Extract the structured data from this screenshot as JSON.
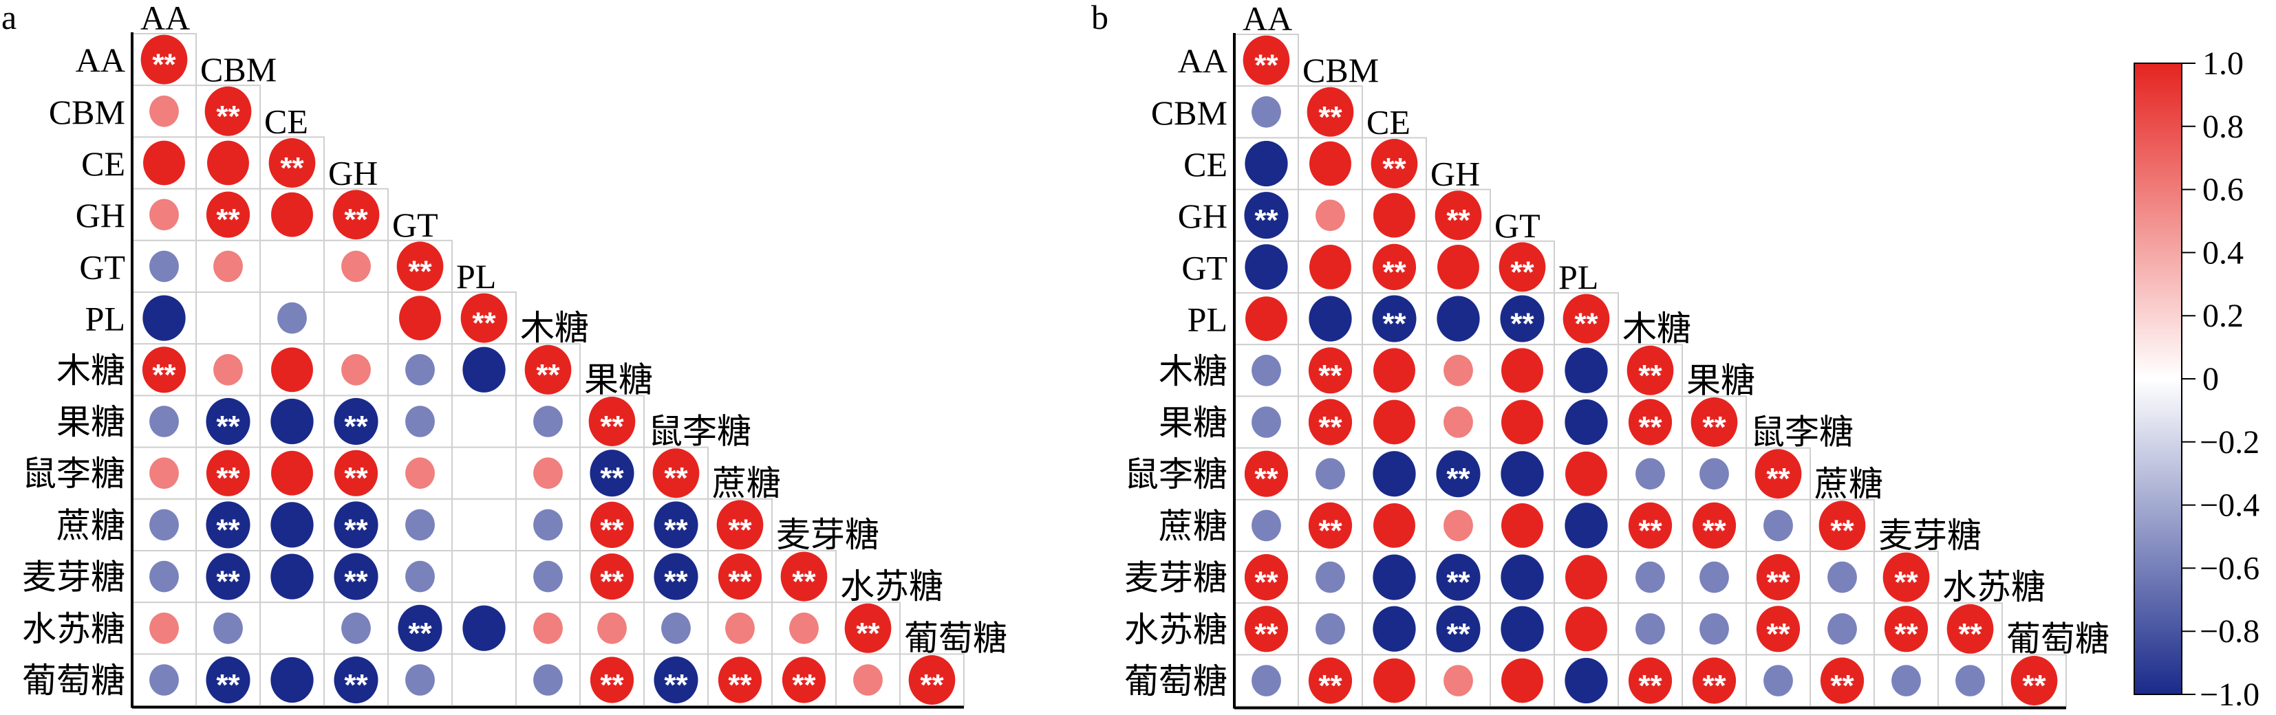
{
  "chart_data": [
    {
      "type": "heatmap",
      "subtype": "correlation-lower-triangle",
      "panel_label": "a",
      "variables": [
        "AA",
        "CBM",
        "CE",
        "GH",
        "GT",
        "PL",
        "木糖",
        "果糖",
        "鼠李糖",
        "蔗糖",
        "麦芽糖",
        "水苏糖",
        "葡萄糖"
      ],
      "significance_marker": "**",
      "values": [
        [
          1
        ],
        [
          0.45,
          1
        ],
        [
          0.85,
          0.85,
          1
        ],
        [
          0.45,
          0.9,
          0.85,
          1
        ],
        [
          -0.45,
          0.45,
          0,
          0.45,
          1
        ],
        [
          -0.88,
          0,
          -0.45,
          0,
          0.85,
          1
        ],
        [
          0.9,
          0.45,
          0.85,
          0.45,
          -0.45,
          -0.88,
          1
        ],
        [
          -0.45,
          -0.92,
          -0.88,
          -0.92,
          -0.45,
          0,
          -0.45,
          1
        ],
        [
          0.45,
          0.9,
          0.85,
          0.9,
          0.45,
          0,
          0.45,
          -0.92,
          1
        ],
        [
          -0.45,
          -0.92,
          -0.88,
          -0.92,
          -0.45,
          0,
          -0.45,
          0.9,
          -0.92,
          1
        ],
        [
          -0.45,
          -0.92,
          -0.88,
          -0.92,
          -0.45,
          0,
          -0.45,
          0.9,
          -0.92,
          0.9,
          1
        ],
        [
          0.45,
          -0.45,
          0,
          -0.45,
          -0.92,
          -0.88,
          0.45,
          0.45,
          -0.45,
          0.45,
          0.45,
          1
        ],
        [
          -0.45,
          -0.92,
          -0.88,
          -0.92,
          -0.45,
          0,
          -0.45,
          0.9,
          -0.92,
          0.9,
          0.9,
          0.45,
          1
        ]
      ],
      "significant": [
        [
          1
        ],
        [
          0,
          1
        ],
        [
          0,
          0,
          1
        ],
        [
          0,
          1,
          0,
          1
        ],
        [
          0,
          0,
          0,
          0,
          1
        ],
        [
          0,
          0,
          0,
          0,
          0,
          1
        ],
        [
          1,
          0,
          0,
          0,
          0,
          0,
          1
        ],
        [
          0,
          1,
          0,
          1,
          0,
          0,
          0,
          1
        ],
        [
          0,
          1,
          0,
          1,
          0,
          0,
          0,
          1,
          1
        ],
        [
          0,
          1,
          0,
          1,
          0,
          0,
          0,
          1,
          1,
          1
        ],
        [
          0,
          1,
          0,
          1,
          0,
          0,
          0,
          1,
          1,
          1,
          1
        ],
        [
          0,
          0,
          0,
          0,
          1,
          0,
          0,
          0,
          0,
          0,
          0,
          1
        ],
        [
          0,
          1,
          0,
          1,
          0,
          0,
          0,
          1,
          1,
          1,
          1,
          0,
          1
        ]
      ]
    },
    {
      "type": "heatmap",
      "subtype": "correlation-lower-triangle",
      "panel_label": "b",
      "variables": [
        "AA",
        "CBM",
        "CE",
        "GH",
        "GT",
        "PL",
        "木糖",
        "果糖",
        "鼠李糖",
        "蔗糖",
        "麦芽糖",
        "水苏糖",
        "葡萄糖"
      ],
      "significance_marker": "**",
      "values": [
        [
          1
        ],
        [
          -0.45,
          1
        ],
        [
          -0.88,
          0.85,
          1
        ],
        [
          -0.92,
          0.45,
          0.85,
          1
        ],
        [
          -0.88,
          0.85,
          0.9,
          0.85,
          1
        ],
        [
          0.85,
          -0.88,
          -0.92,
          -0.88,
          -0.92,
          1
        ],
        [
          -0.45,
          0.9,
          0.85,
          0.45,
          0.85,
          -0.88,
          1
        ],
        [
          -0.45,
          0.9,
          0.85,
          0.45,
          0.85,
          -0.88,
          0.9,
          1
        ],
        [
          0.9,
          -0.45,
          -0.88,
          -0.92,
          -0.88,
          0.85,
          -0.45,
          -0.45,
          1
        ],
        [
          -0.45,
          0.9,
          0.85,
          0.45,
          0.85,
          -0.88,
          0.9,
          0.9,
          -0.45,
          1
        ],
        [
          0.9,
          -0.45,
          -0.88,
          -0.92,
          -0.88,
          0.85,
          -0.45,
          -0.45,
          0.9,
          -0.45,
          1
        ],
        [
          0.9,
          -0.45,
          -0.88,
          -0.92,
          -0.88,
          0.85,
          -0.45,
          -0.45,
          0.9,
          -0.45,
          0.9,
          1
        ],
        [
          -0.45,
          0.9,
          0.85,
          0.45,
          0.85,
          -0.88,
          0.9,
          0.9,
          -0.45,
          0.9,
          -0.45,
          -0.45,
          1
        ]
      ],
      "significant": [
        [
          1
        ],
        [
          0,
          1
        ],
        [
          0,
          0,
          1
        ],
        [
          1,
          0,
          0,
          1
        ],
        [
          0,
          0,
          1,
          0,
          1
        ],
        [
          0,
          0,
          1,
          0,
          1,
          1
        ],
        [
          0,
          1,
          0,
          0,
          0,
          0,
          1
        ],
        [
          0,
          1,
          0,
          0,
          0,
          0,
          1,
          1
        ],
        [
          1,
          0,
          0,
          1,
          0,
          0,
          0,
          0,
          1
        ],
        [
          0,
          1,
          0,
          0,
          0,
          0,
          1,
          1,
          0,
          1
        ],
        [
          1,
          0,
          0,
          1,
          0,
          0,
          0,
          0,
          1,
          0,
          1
        ],
        [
          1,
          0,
          0,
          1,
          0,
          0,
          0,
          0,
          1,
          0,
          1,
          1
        ],
        [
          0,
          1,
          0,
          0,
          0,
          0,
          1,
          1,
          0,
          1,
          0,
          0,
          1
        ]
      ]
    }
  ],
  "colorbar": {
    "range": [
      -1.0,
      1.0
    ],
    "ticks": [
      "1.0",
      "0.8",
      "0.6",
      "0.4",
      "0.2",
      "0",
      "−0.2",
      "−0.4",
      "−0.6",
      "−0.8",
      "−1.0"
    ],
    "colors": {
      "positive": "#e52420",
      "zero": "#ffffff",
      "negative": "#1a2a8a"
    }
  }
}
